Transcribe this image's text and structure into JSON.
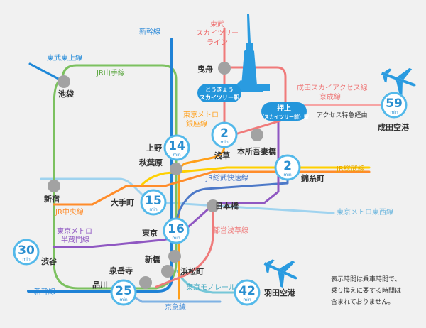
{
  "colors": {
    "background": "#f1f1f1",
    "shinkansen": "#1f82d6",
    "yamanote": "#7cc160",
    "tobu_tojo": "#1e88d8",
    "skytree_line": "#f07a7a",
    "access_line": "#f6a4a4",
    "ginza": "#ff9f1a",
    "chuo": "#ff8c2a",
    "hanzomon": "#8f57c2",
    "sobu_rapid": "#4d79c8",
    "sobu_local": "#ffd000",
    "tozai": "#9fd3ef",
    "asakusa": "#ef7a7a",
    "monorail": "#76c7d8",
    "keikyu": "#7fb2e4",
    "station_gray": "#a2a2a2",
    "time_circle_border": "#54b9ea",
    "time_circle_text": "#2a8fd0",
    "skytree_blue": "#2496db"
  },
  "lines": {
    "shinkansen_top": "新幹線",
    "shinkansen_bottom": "新幹線",
    "tobu_tojo": "東武東上線",
    "yamanote": "JR山手線",
    "skytree_line": [
      "東武",
      "スカイツリー",
      "ライン"
    ],
    "ginza": [
      "東京メトロ",
      "銀座線"
    ],
    "sobu_rapid": "JR総武快速線",
    "sobu_local": "JR総武線",
    "chuo": "JR中央線",
    "hanzomon": [
      "東京メトロ",
      "半蔵門線"
    ],
    "asakusa": "都営浅草線",
    "tozai": "東京メトロ東西線",
    "monorail": "東京モノレール",
    "keikyu": "京急線",
    "access": [
      "成田スカイアクセス線",
      "京成線"
    ]
  },
  "stations": {
    "hikifune": "曳舟",
    "ikebukuro": "池袋",
    "ueno": "上野",
    "akihabara": "秋葉原",
    "asakusa": "浅草",
    "honjo": "本所吾妻橋",
    "kinshicho": "錦糸町",
    "shinjuku": "新宿",
    "otemachi": "大手町",
    "nihonbashi": "日本橋",
    "tokyo": "東京",
    "shimbashi": "新橋",
    "shibuya": "渋谷",
    "sengakuji": "泉岳寺",
    "hamamatsucho": "浜松町",
    "shinagawa": "品川",
    "haneda": "羽田空港",
    "narita": "成田空港",
    "tokyo_skytree": [
      "とうきょう",
      "スカイツリー駅"
    ],
    "oshiage": [
      "押上",
      "（スカイツリー前）駅"
    ],
    "access_express": "アクセス特急経由"
  },
  "times": {
    "ueno": "14",
    "asakusa": "2",
    "kinshicho": "2",
    "otemachi": "15",
    "tokyo": "16",
    "shibuya": "30",
    "shinagawa": "25",
    "haneda": "42",
    "narita": "59",
    "unit": "min"
  },
  "note": [
    "表示時間は乗車時間で、",
    "乗り換えに要する時間は",
    "含まれておりません。"
  ],
  "icons": {
    "skytree": "skytree-tower-icon",
    "plane_narita": "airplane-icon",
    "plane_haneda": "airplane-icon"
  }
}
